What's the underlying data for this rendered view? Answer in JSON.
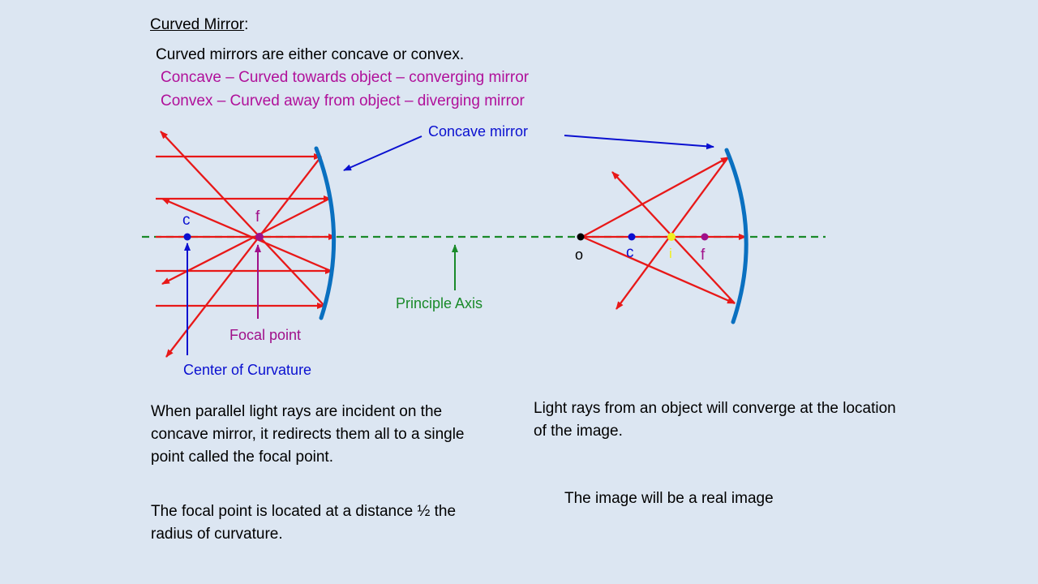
{
  "title": {
    "main": "Curved Mirror",
    "colon": ":"
  },
  "intro": "Curved mirrors are either concave or convex.",
  "definitions": [
    "Concave – Curved towards object – converging mirror",
    "Convex – Curved away from object – diverging mirror"
  ],
  "labels": {
    "concave_mirror": "Concave mirror",
    "principle_axis": "Principle Axis",
    "focal_point": "Focal point",
    "center_of_curvature": "Center of Curvature",
    "left_c": "c",
    "left_f": "f",
    "right_o": "o",
    "right_c": "c",
    "right_i": "i",
    "right_f": "f"
  },
  "paragraphs": {
    "parallel": "When parallel light rays are incident on the concave mirror, it redirects them all to a single point called the focal point.",
    "focal_distance": "The focal point is located at a distance ½ the radius of curvature.",
    "converge": "Light rays from an object will converge at the location of the image.",
    "real_image": "The image will be a real image"
  },
  "colors": {
    "background": "#dce6f2",
    "ray": "#e81818",
    "mirror": "#0a70c0",
    "axis": "#1a8a2a",
    "focal": "#a0108a",
    "center": "#0a10d0",
    "image_point": "#f0f020"
  }
}
